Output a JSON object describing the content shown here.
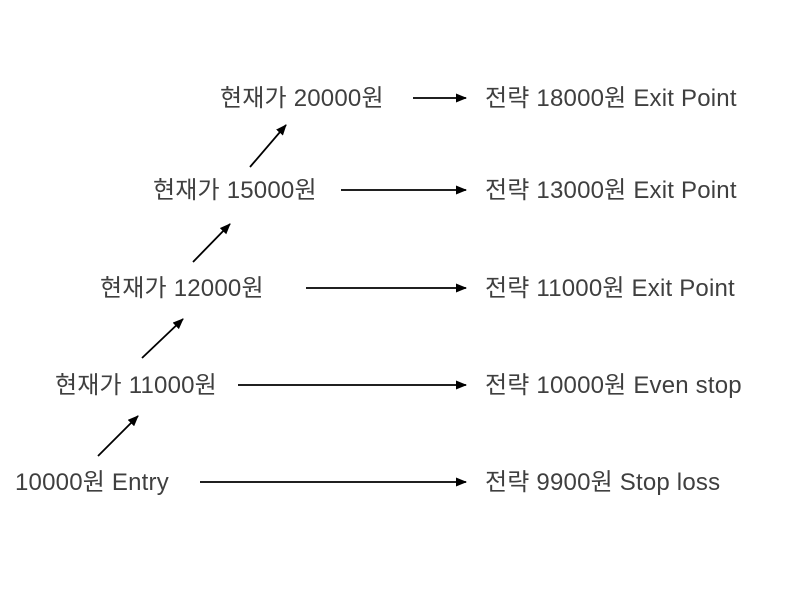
{
  "diagram": {
    "background_color": "#ffffff",
    "text_color": "#3f3f3f",
    "arrow_color": "#000000",
    "rows": [
      {
        "current_price": "현재가 20000원",
        "strategy": "전략 18000원 Exit Point"
      },
      {
        "current_price": "현재가 15000원",
        "strategy": "전략 13000원 Exit Point"
      },
      {
        "current_price": "현재가 12000원",
        "strategy": "전략 11000원 Exit Point"
      },
      {
        "current_price": "현재가 11000원",
        "strategy": "전략 10000원 Even stop"
      },
      {
        "current_price": "10000원 Entry",
        "strategy": "전략 9900원 Stop loss"
      }
    ]
  }
}
